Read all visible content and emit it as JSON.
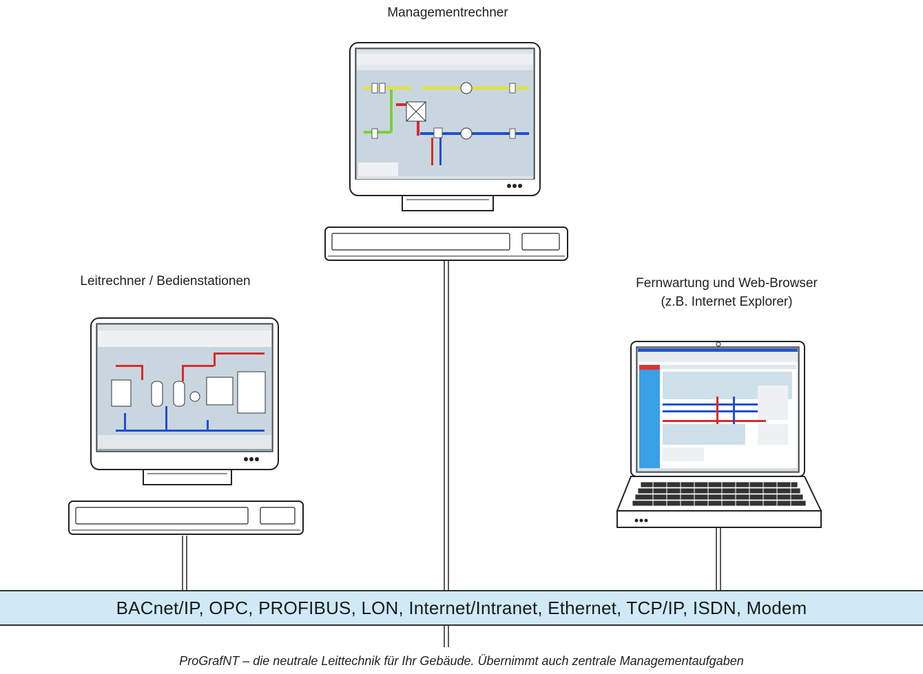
{
  "labels": {
    "management": "Managementrechner",
    "control": "Leitrechner / Bedienstationen",
    "remote_line1": "Fernwartung und Web-Browser",
    "remote_line2": "(z.B. Internet Explorer)"
  },
  "bus": {
    "text": "BACnet/IP, OPC, PROFIBUS, LON, Internet/Intranet, Ethernet, TCP/IP, ISDN, Modem",
    "color": "#cfe9f7"
  },
  "caption": "ProGrafNT – die neutrale Leittechnik für Ihr Gebäude. Übernimmt auch zentrale Managementaufgaben",
  "colors": {
    "screen_bg": "#c9d6df",
    "pipe_red": "#d92b2b",
    "pipe_blue": "#1f4fd1",
    "pipe_yellow": "#e6e22e",
    "pipe_green": "#7ccf39",
    "sidebar_blue": "#3aa0e6"
  }
}
